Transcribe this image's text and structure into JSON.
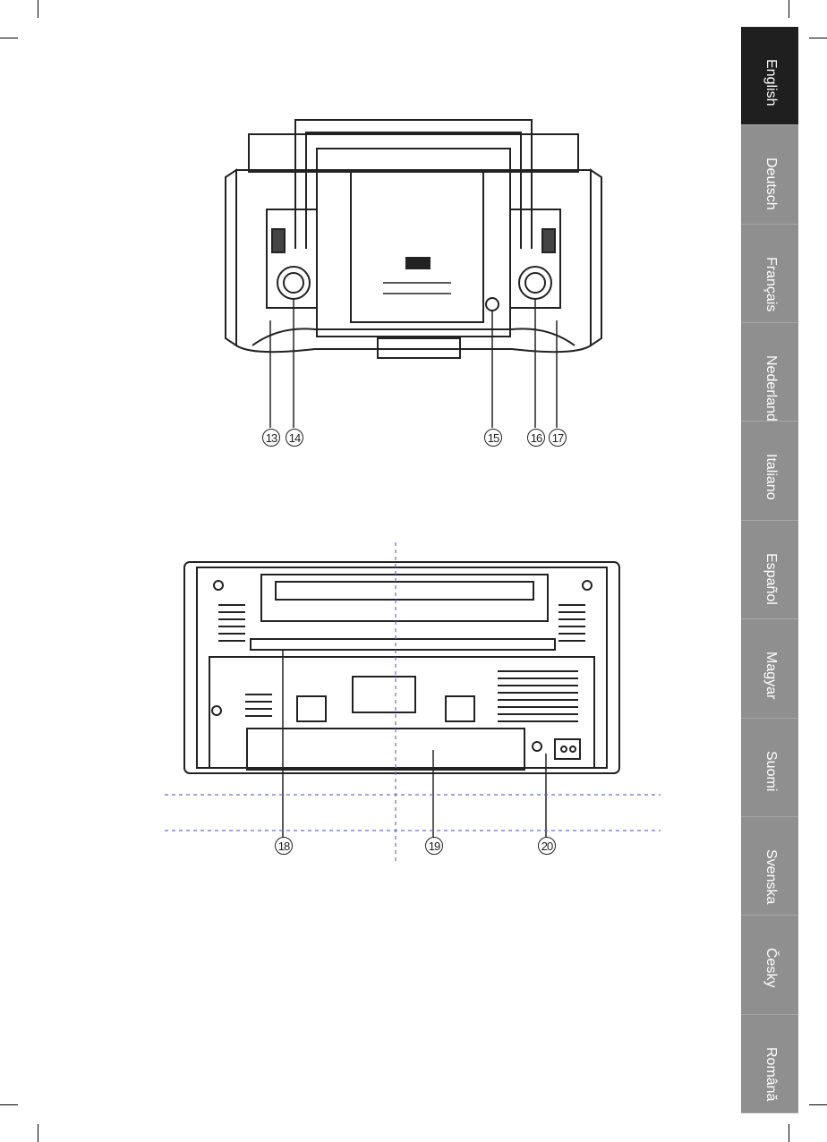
{
  "languages": [
    {
      "label": "English",
      "active": true
    },
    {
      "label": "Deutsch",
      "active": false
    },
    {
      "label": "Français",
      "active": false
    },
    {
      "label": "Nederlands",
      "active": false
    },
    {
      "label": "Italiano",
      "active": false
    },
    {
      "label": "Español",
      "active": false
    },
    {
      "label": "Magyar",
      "active": false
    },
    {
      "label": "Suomi",
      "active": false
    },
    {
      "label": "Svenska",
      "active": false
    },
    {
      "label": "Česky",
      "active": false
    },
    {
      "label": "Română",
      "active": false
    }
  ],
  "figure_top": {
    "callouts": [
      "13",
      "14",
      "15",
      "16",
      "17"
    ]
  },
  "figure_bottom": {
    "callouts": [
      "18",
      "19",
      "20"
    ],
    "guide_color": "#6a6ad8"
  }
}
